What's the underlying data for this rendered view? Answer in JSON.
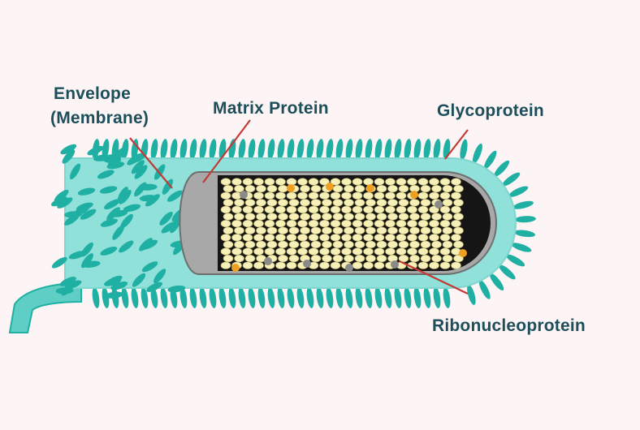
{
  "labels": {
    "envelope_line1": "Envelope",
    "envelope_line2": "(Membrane)",
    "matrix_protein": "Matrix Protein",
    "glycoprotein": "Glycoprotein",
    "ribonucleoprotein": "Ribonucleoprotein"
  },
  "colors": {
    "background": "#fcf4f5",
    "spike": "#1fb0a3",
    "membrane": "#8fe1da",
    "matrix": "#9b9b9b",
    "core": "#151515",
    "rnp_bead": "#f6f0b8",
    "accent_orange": "#f0a020",
    "accent_gray": "#8a8a8a",
    "leader_line": "#c23a35",
    "label_text": "#1d4f5a"
  }
}
